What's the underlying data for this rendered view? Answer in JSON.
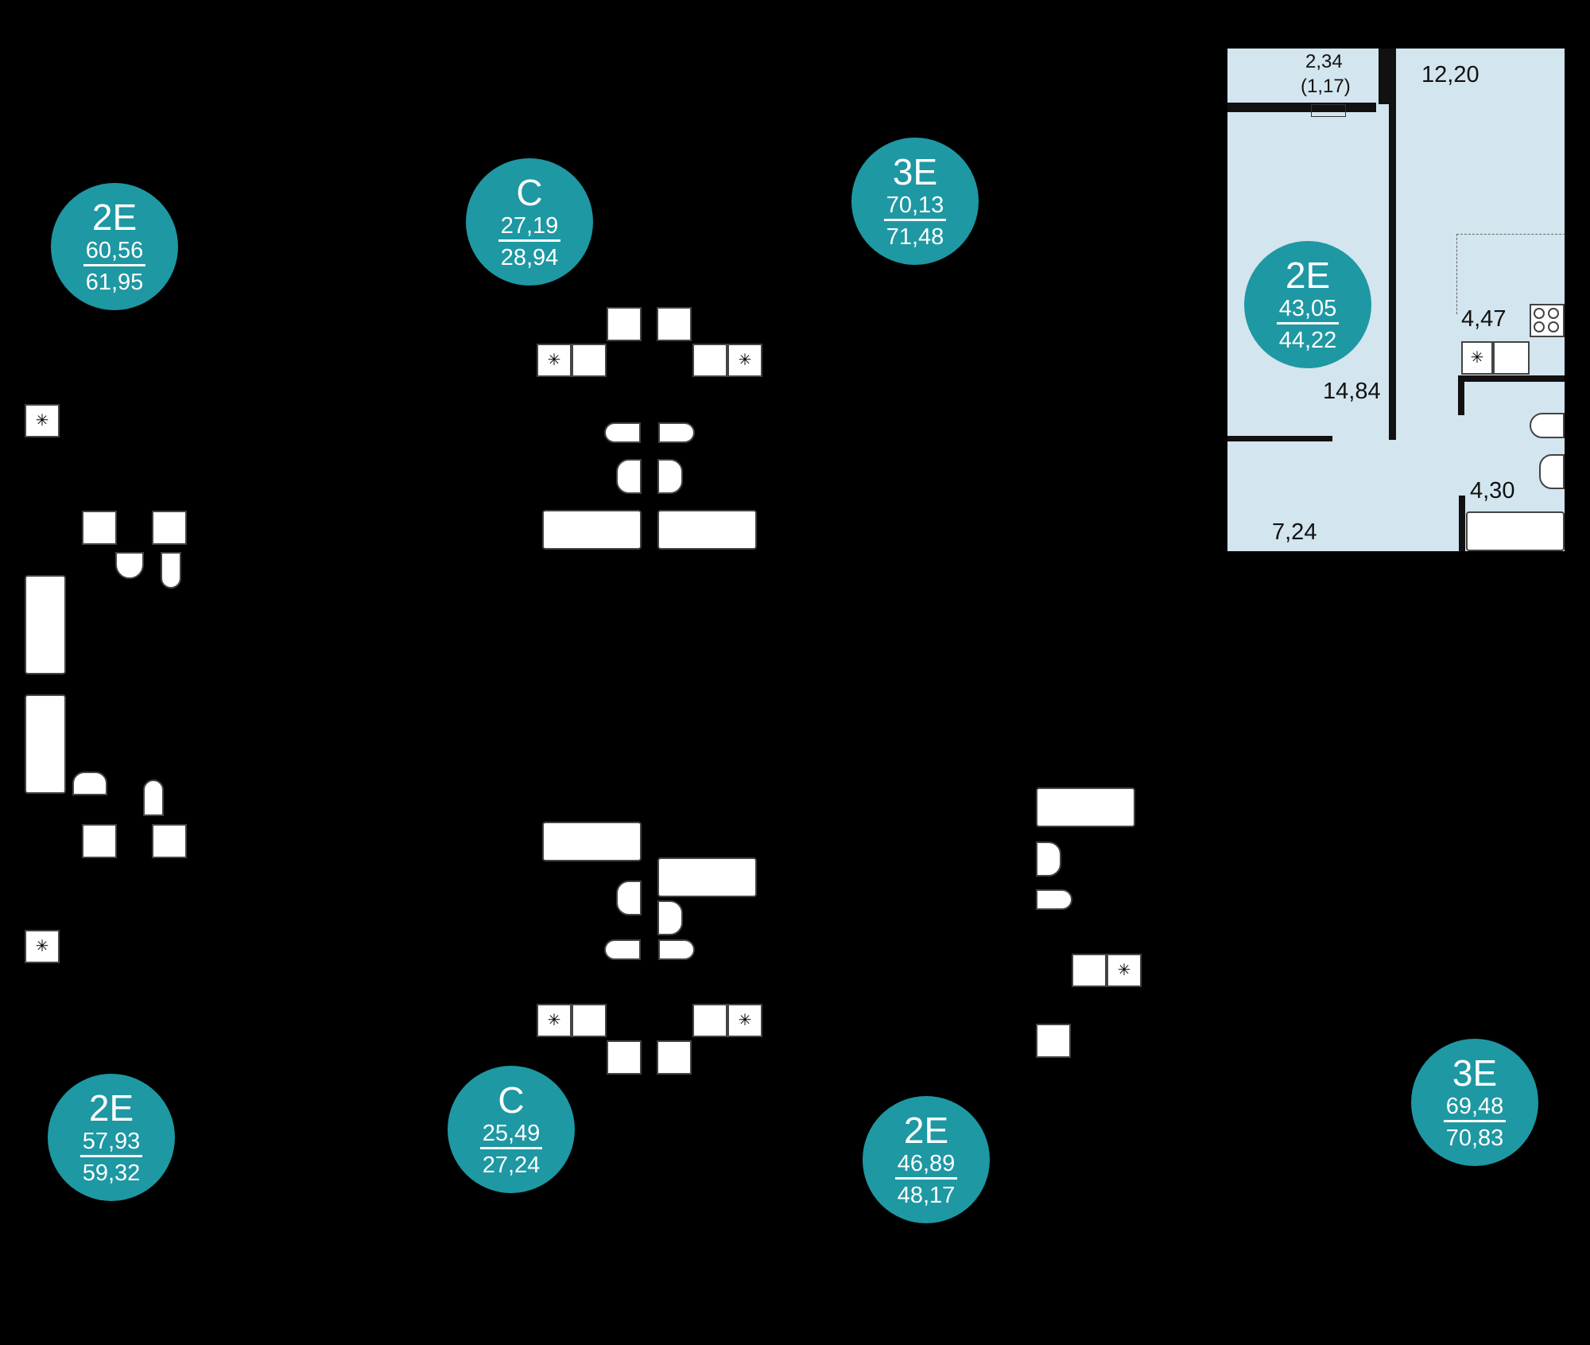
{
  "units": [
    {
      "type": "2E",
      "area_living": "60,56",
      "area_total": "61,95"
    },
    {
      "type": "C",
      "area_living": "27,19",
      "area_total": "28,94"
    },
    {
      "type": "3E",
      "area_living": "70,13",
      "area_total": "71,48"
    },
    {
      "type": "2E",
      "area_living": "43,05",
      "area_total": "44,22"
    },
    {
      "type": "2E",
      "area_living": "57,93",
      "area_total": "59,32"
    },
    {
      "type": "C",
      "area_living": "25,49",
      "area_total": "27,24"
    },
    {
      "type": "2E",
      "area_living": "46,89",
      "area_total": "48,17"
    },
    {
      "type": "3E",
      "area_living": "69,48",
      "area_total": "70,83"
    }
  ],
  "highlighted_plan": {
    "rooms": [
      {
        "name": "balcony",
        "area": "2,34",
        "area_reduced": "(1,17)"
      },
      {
        "name": "room",
        "area": "12,20"
      },
      {
        "name": "kitchen",
        "area": "4,47"
      },
      {
        "name": "room",
        "area": "14,84"
      },
      {
        "name": "bathroom",
        "area": "4,30"
      },
      {
        "name": "hall",
        "area": "7,24"
      }
    ]
  },
  "colors": {
    "badge": "#1e98a3",
    "plan_fill": "#d3e5ee",
    "background": "#000000",
    "fixture": "#ffffff"
  },
  "icons": [
    "stove-icon",
    "sink-icon",
    "toilet-icon",
    "bathtub-icon",
    "washbasin-icon",
    "vent-icon"
  ]
}
